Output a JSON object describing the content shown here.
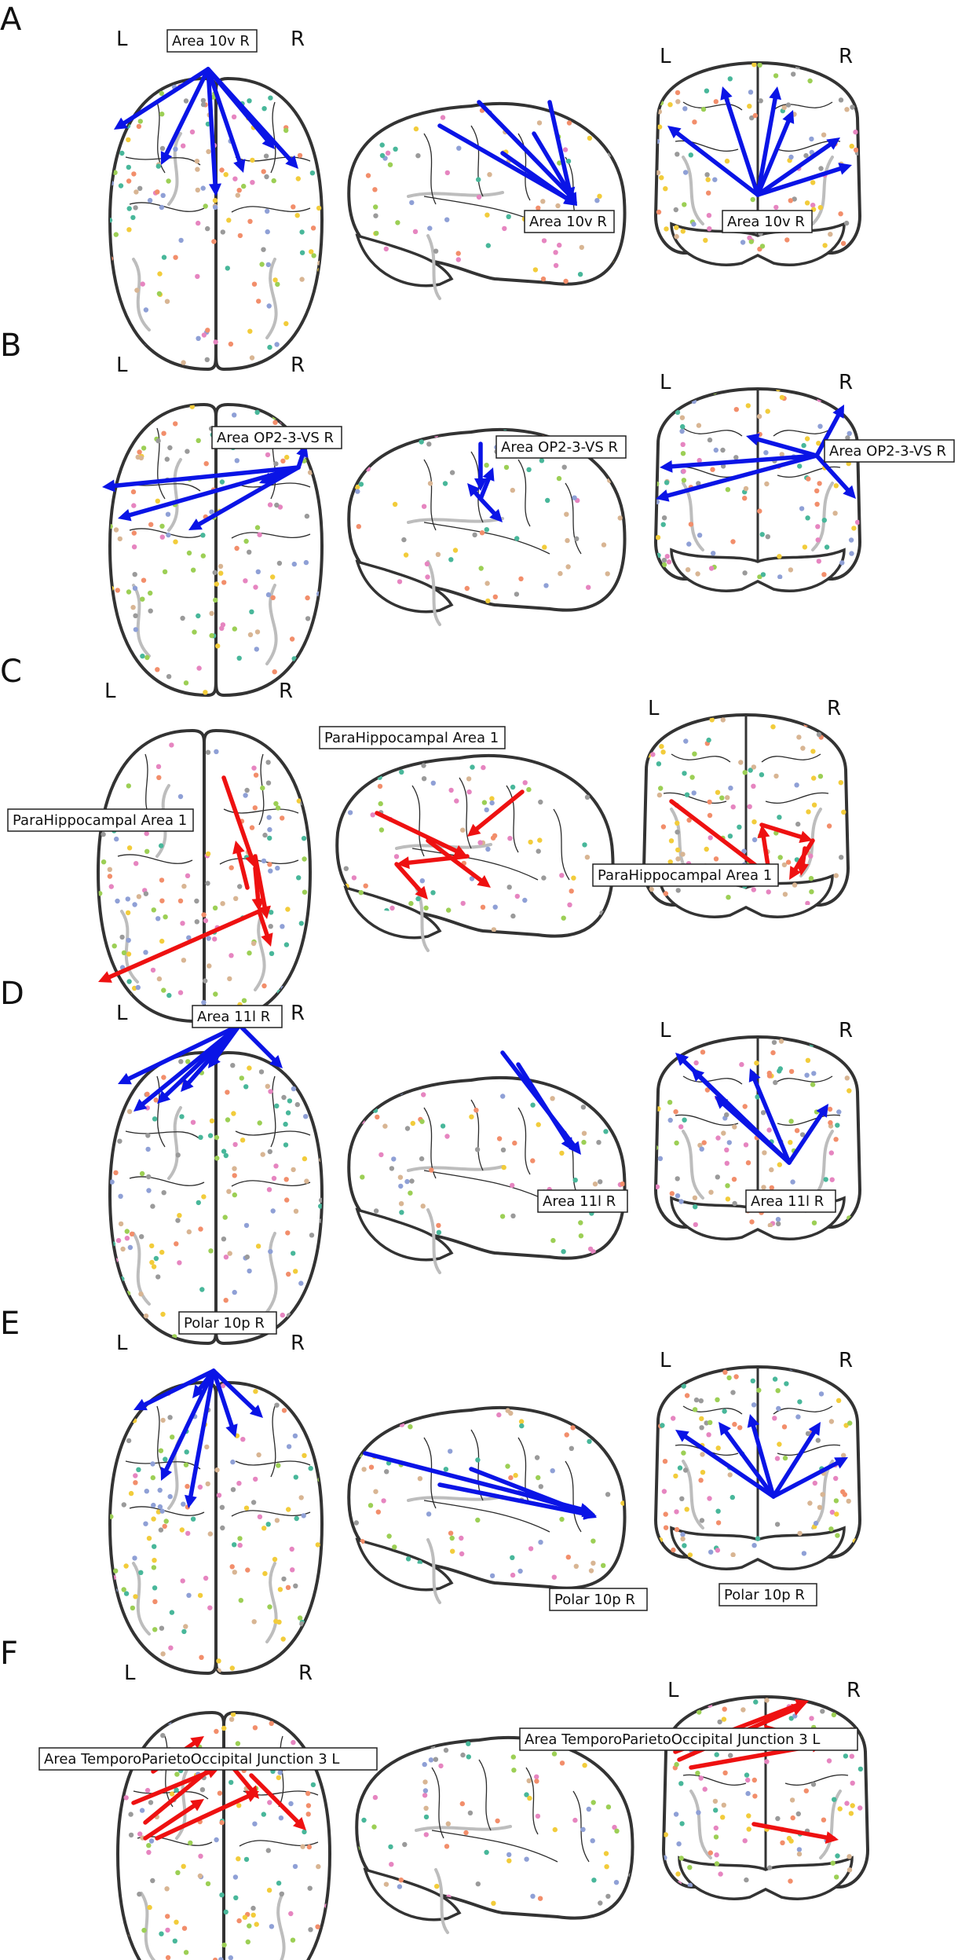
{
  "rows": [
    {
      "letter": "A",
      "color": "#0a14e6",
      "views": [
        {
          "type": "axial",
          "left": "L",
          "right": "R",
          "label": "Area 10v R"
        },
        {
          "type": "sagittal",
          "label": "Area 10v R"
        },
        {
          "type": "coronal",
          "left": "L",
          "right": "R",
          "label": "Area 10v R"
        }
      ]
    },
    {
      "letter": "B",
      "color": "#0a14e6",
      "views": [
        {
          "type": "axial",
          "left": "L",
          "right": "R",
          "label": "Area OP2-3-VS R"
        },
        {
          "type": "sagittal",
          "label": "Area OP2-3-VS R"
        },
        {
          "type": "coronal",
          "left": "L",
          "right": "R",
          "label": "Area OP2-3-VS R"
        }
      ]
    },
    {
      "letter": "C",
      "color": "#ee1111",
      "views": [
        {
          "type": "axial",
          "left": "L",
          "right": "R",
          "label": "ParaHippocampal Area 1"
        },
        {
          "type": "sagittal",
          "label": "ParaHippocampal Area 1"
        },
        {
          "type": "coronal",
          "left": "L",
          "right": "R",
          "label": "ParaHippocampal Area 1"
        }
      ]
    },
    {
      "letter": "D",
      "color": "#0a14e6",
      "views": [
        {
          "type": "axial",
          "left": "L",
          "right": "R",
          "label": "Area 11l R"
        },
        {
          "type": "sagittal",
          "label": "Area 11l R"
        },
        {
          "type": "coronal",
          "left": "L",
          "right": "R",
          "label": "Area 11l R"
        }
      ]
    },
    {
      "letter": "E",
      "color": "#0a14e6",
      "views": [
        {
          "type": "axial",
          "left": "L",
          "right": "R",
          "label": "Polar 10p R"
        },
        {
          "type": "sagittal",
          "label": "Polar 10p R"
        },
        {
          "type": "coronal",
          "left": "L",
          "right": "R",
          "label": "Polar 10p R"
        }
      ]
    },
    {
      "letter": "F",
      "color": "#ee1111",
      "views": [
        {
          "type": "axial",
          "left": "L",
          "right": "R",
          "label": "Area TemporoParietoOccipital Junction 3 L"
        },
        {
          "type": "sagittal",
          "label": ""
        },
        {
          "type": "coronal",
          "left": "L",
          "right": "R",
          "label": "Area TemporoParietoOccipital Junction 3 L"
        }
      ]
    }
  ],
  "node_colors": [
    "#f28e6b",
    "#f2cc3b",
    "#9ccf55",
    "#48b79a",
    "#8fa0d6",
    "#e685c0",
    "#d8b593",
    "#9a9a9a"
  ]
}
